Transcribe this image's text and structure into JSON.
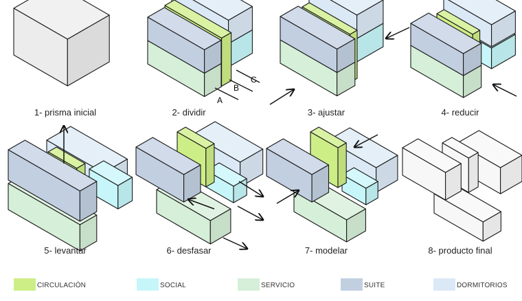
{
  "colors": {
    "circulacion": "#cdee86",
    "social": "#c6f6f9",
    "servicio": "#d6efd8",
    "suite": "#c2cfe1",
    "dormitorios": "#dbe9f6",
    "neutral": "#ececec"
  },
  "steps": [
    {
      "label": "1- prisma inicial"
    },
    {
      "label": "2- dividir"
    },
    {
      "label": "3- ajustar"
    },
    {
      "label": "4- reducir"
    },
    {
      "label": "5- levantar"
    },
    {
      "label": "6- desfasar"
    },
    {
      "label": "7- modelar"
    },
    {
      "label": "8- producto final"
    }
  ],
  "annotations": {
    "a": "A",
    "b": "B",
    "c": "C"
  },
  "legend": [
    {
      "label": "CIRCULACIÓN",
      "color": "#cdee86"
    },
    {
      "label": "SOCIAL",
      "color": "#c6f6f9"
    },
    {
      "label": "SERVICIO",
      "color": "#d6efd8"
    },
    {
      "label": "SUITE",
      "color": "#c2cfe1"
    },
    {
      "label": "DORMITORIOS",
      "color": "#dbe9f6"
    }
  ]
}
